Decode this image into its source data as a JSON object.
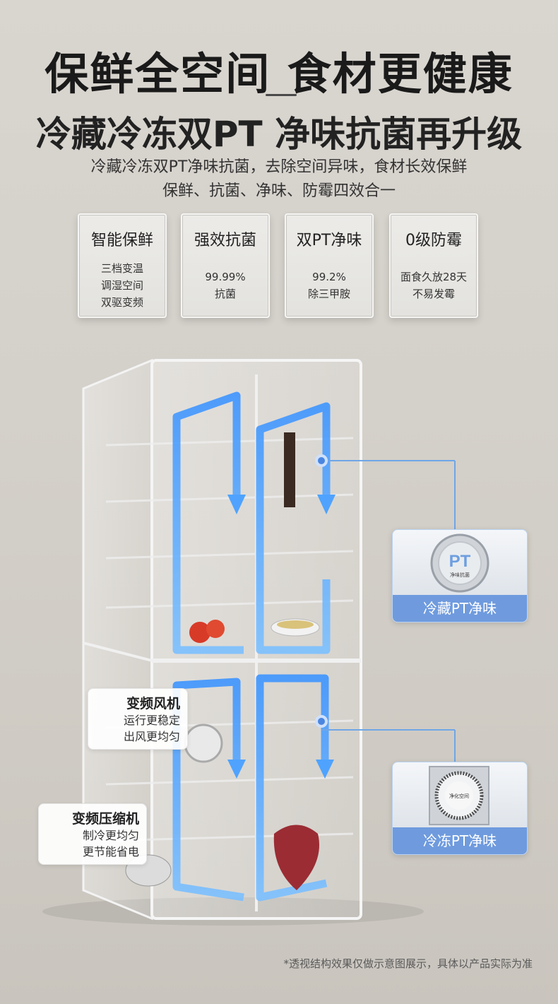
{
  "header": {
    "title": "保鲜全空间 食材更健康",
    "subtitle": "冷藏冷冻双PT 净味抗菌再升级",
    "desc_line1": "冷藏冷冻双PT净味抗菌，去除空间异味，食材长效保鲜",
    "desc_line2": "保鲜、抗菌、净味、防霉四效合一"
  },
  "features": [
    {
      "title": "智能保鲜",
      "lines": [
        "三档变温",
        "调湿空间",
        "双驱变频"
      ]
    },
    {
      "title": "强效抗菌",
      "lines": [
        "99.99%",
        "抗菌"
      ]
    },
    {
      "title": "双PT净味",
      "lines": [
        "99.2%",
        "除三甲胺"
      ]
    },
    {
      "title": "0级防霉",
      "lines": [
        "面食久放28天",
        "不易发霉"
      ]
    }
  ],
  "callouts": {
    "fridge_pt": {
      "label": "冷藏PT净味",
      "badge_main": "PT",
      "badge_sub": "净味抗菌"
    },
    "freezer_pt": {
      "label": "冷冻PT净味",
      "badge_sub": "净化空间"
    },
    "fan": {
      "title": "变频风机",
      "lines": [
        "运行更稳定",
        "出风更均匀"
      ]
    },
    "compressor": {
      "title": "变频压缩机",
      "lines": [
        "制冷更均匀",
        "更节能省电"
      ]
    }
  },
  "footnote": "*透视结构效果仅做示意图展示，具体以产品实际为准",
  "colors": {
    "accent": "#6f9bde",
    "airflow": "#4fa3ff"
  }
}
